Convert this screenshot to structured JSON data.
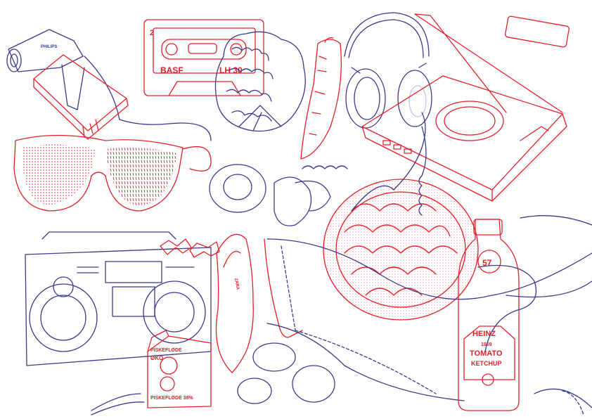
{
  "cassette": {
    "side": "2",
    "brand": "BASF",
    "length": "LH 30"
  },
  "hairdryer": {
    "brand": "PHILIPS"
  },
  "ketchup": {
    "brand": "HEINZ",
    "year": "1869",
    "line1": "TOMATO",
    "line2": "KETCHUP",
    "badge": "57"
  },
  "milk_carton": {
    "top": "ØKO",
    "name": "PISKEFLØDE",
    "bottom_name": "PISKEFLØDE 38%"
  },
  "colors": {
    "red": "#e3202a",
    "blue": "#3a3a8c",
    "paper": "#ffffff"
  }
}
